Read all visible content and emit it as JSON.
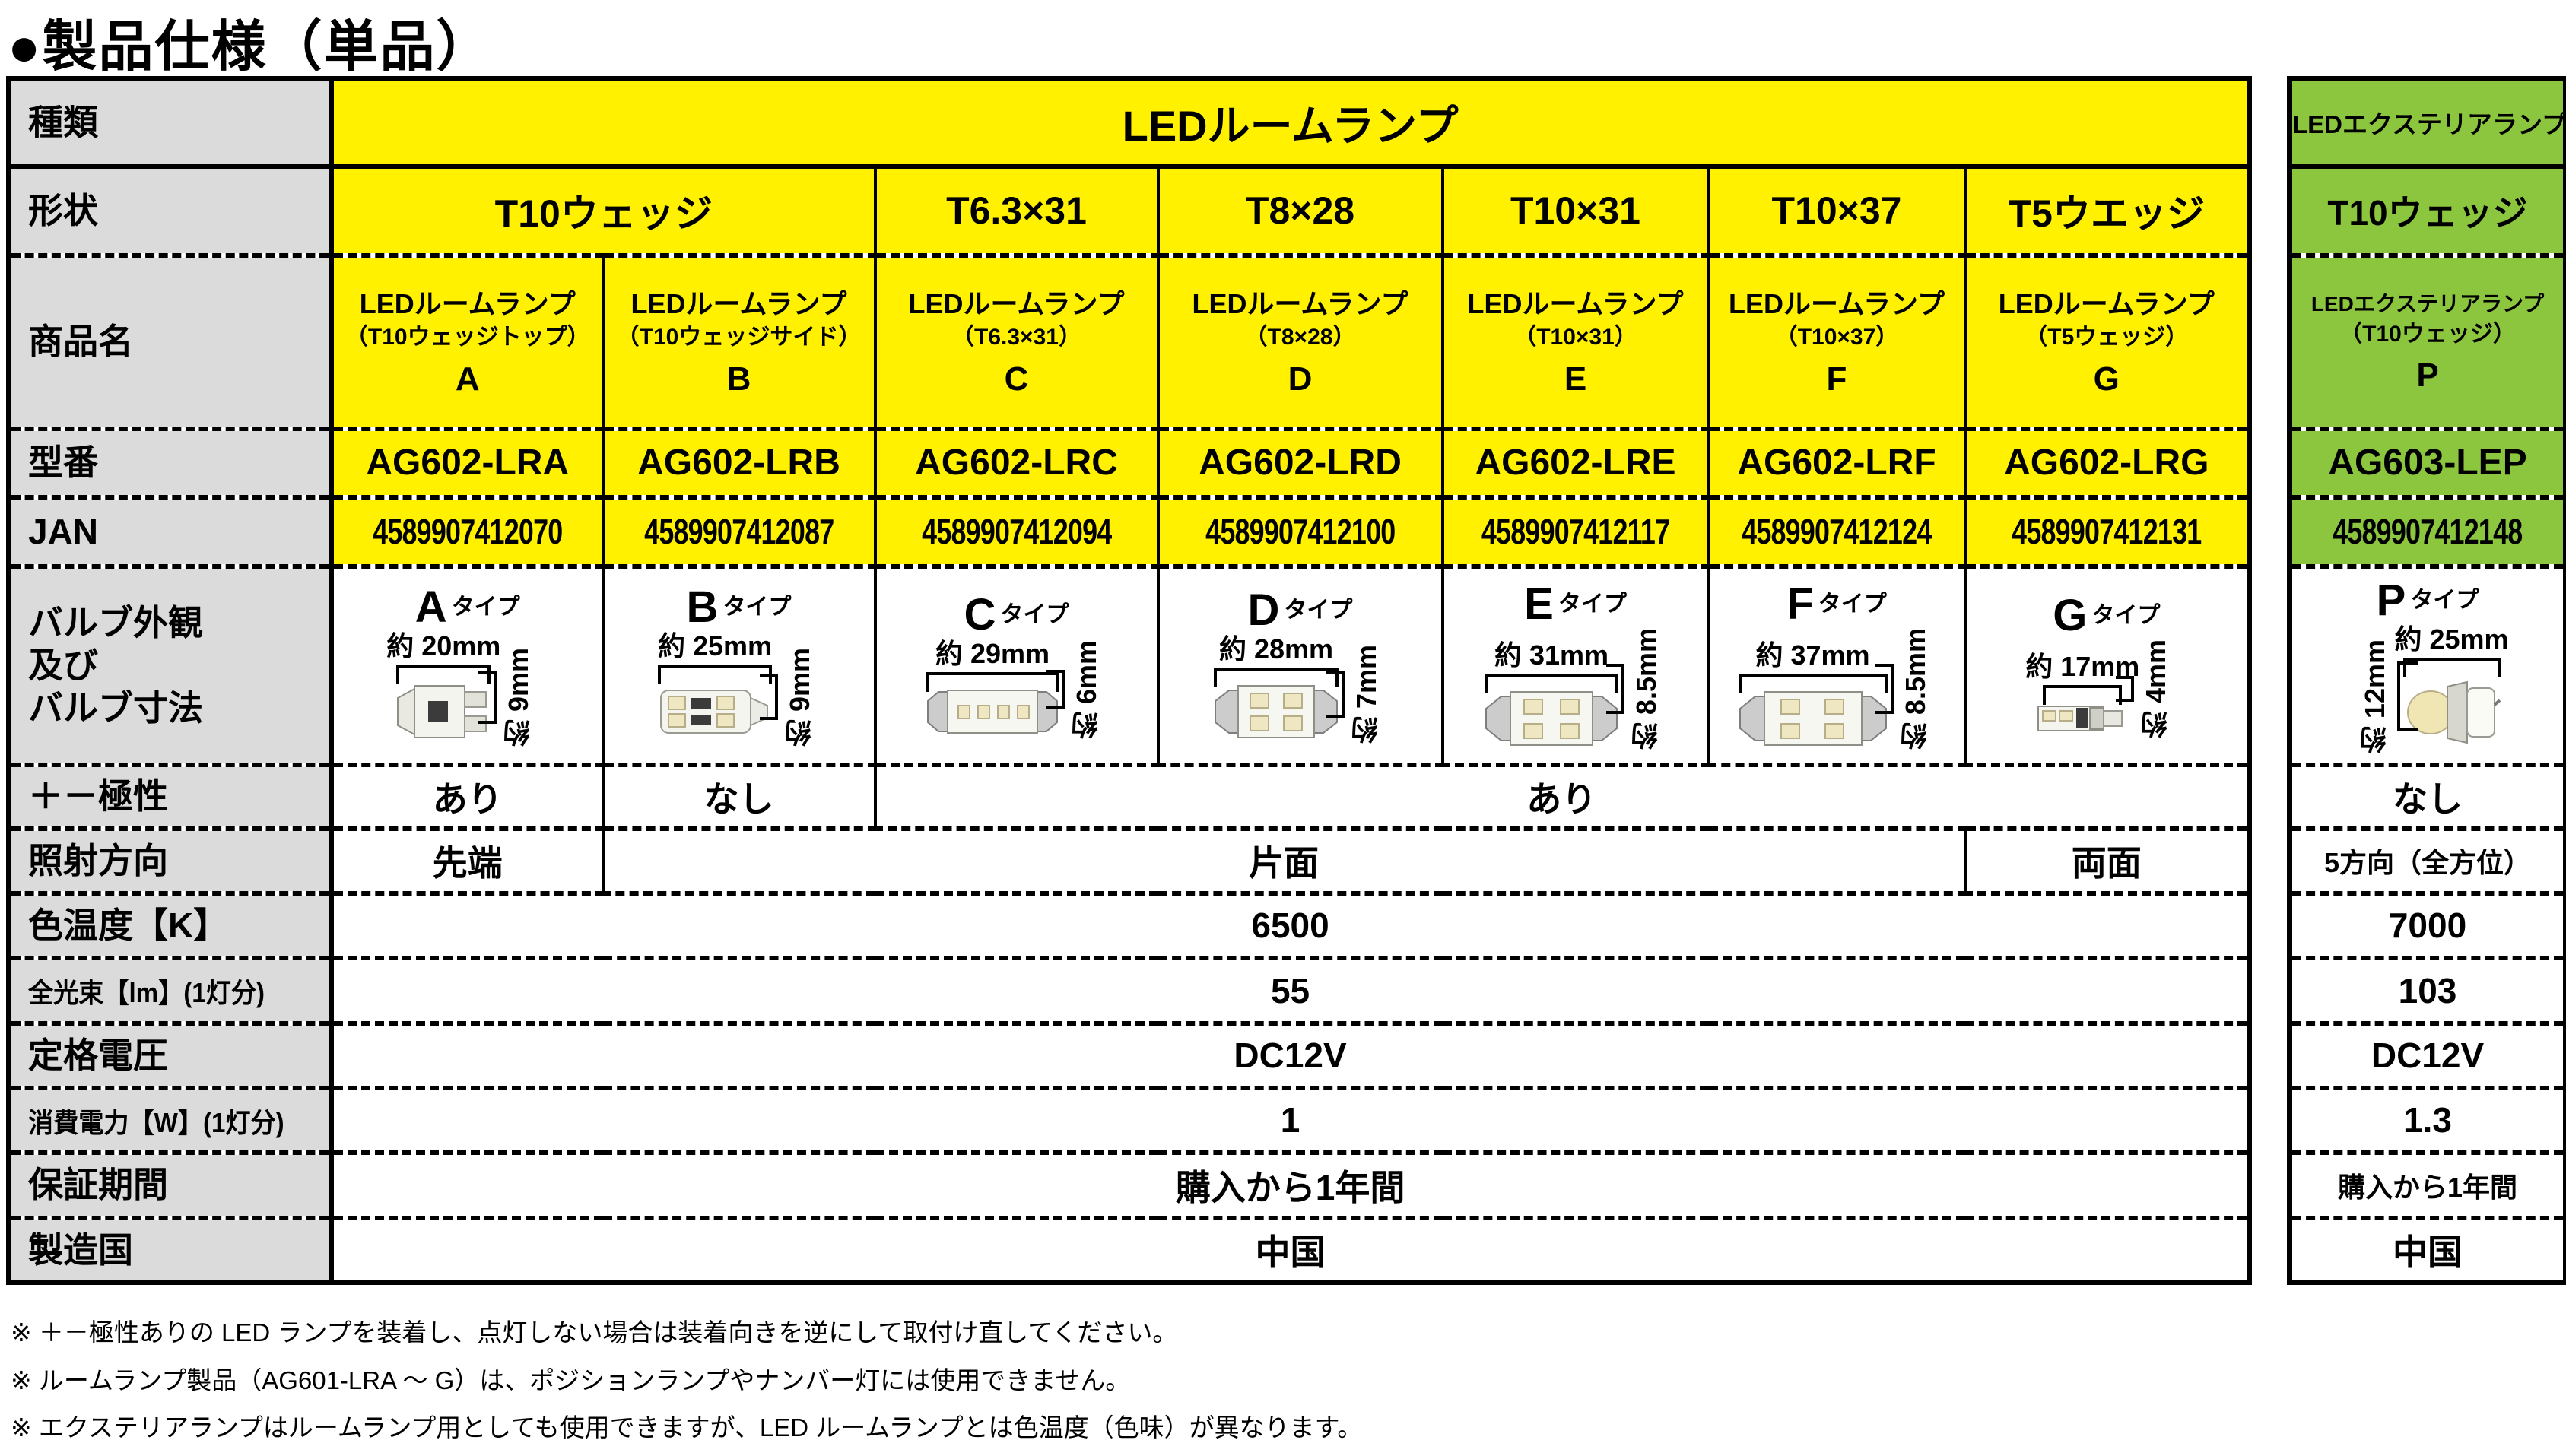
{
  "title": "●製品仕様（単品）",
  "colors": {
    "yellow": "#fff100",
    "green": "#8cc63f",
    "label_gray": "#dbdbdb"
  },
  "labels": {
    "kind": "種類",
    "shape": "形状",
    "name": "商品名",
    "model": "型番",
    "jan": "JAN",
    "bulb_l1": "バルブ外観",
    "bulb_l2": "及び",
    "bulb_l3": "バルブ寸法",
    "polarity": "＋－極性",
    "direction": "照射方向",
    "color_temp": "色温度【K】",
    "flux": "全光束【lm】(1灯分)",
    "voltage": "定格電圧",
    "power": "消費電力【W】(1灯分)",
    "warranty": "保証期間",
    "country": "製造国"
  },
  "room": {
    "kind": "LEDルームランプ",
    "shapes": [
      "T10ウェッジ",
      "T6.3×31",
      "T8×28",
      "T10×31",
      "T10×37",
      "T5ウエッジ"
    ],
    "products": [
      {
        "line1": "LEDルームランプ",
        "line2": "（T10ウェッジトップ）",
        "letter": "A",
        "model": "AG602-LRA",
        "jan": "4589907412070",
        "type": "A",
        "type_suffix": "タイプ",
        "w": "約 20mm",
        "h": "約 9mm"
      },
      {
        "line1": "LEDルームランプ",
        "line2": "（T10ウェッジサイド）",
        "letter": "B",
        "model": "AG602-LRB",
        "jan": "4589907412087",
        "type": "B",
        "type_suffix": "タイプ",
        "w": "約 25mm",
        "h": "約 9mm"
      },
      {
        "line1": "LEDルームランプ",
        "line2": "（T6.3×31）",
        "letter": "C",
        "model": "AG602-LRC",
        "jan": "4589907412094",
        "type": "C",
        "type_suffix": "タイプ",
        "w": "約 29mm",
        "h": "約 6mm"
      },
      {
        "line1": "LEDルームランプ",
        "line2": "（T8×28）",
        "letter": "D",
        "model": "AG602-LRD",
        "jan": "4589907412100",
        "type": "D",
        "type_suffix": "タイプ",
        "w": "約 28mm",
        "h": "約 7mm"
      },
      {
        "line1": "LEDルームランプ",
        "line2": "（T10×31）",
        "letter": "E",
        "model": "AG602-LRE",
        "jan": "4589907412117",
        "type": "E",
        "type_suffix": "タイプ",
        "w": "約 31mm",
        "h": "約 8.5mm"
      },
      {
        "line1": "LEDルームランプ",
        "line2": "（T10×37）",
        "letter": "F",
        "model": "AG602-LRF",
        "jan": "4589907412124",
        "type": "F",
        "type_suffix": "タイプ",
        "w": "約 37mm",
        "h": "約 8.5mm"
      },
      {
        "line1": "LEDルームランプ",
        "line2": "（T5ウェッジ）",
        "letter": "G",
        "model": "AG602-LRG",
        "jan": "4589907412131",
        "type": "G",
        "type_suffix": "タイプ",
        "w": "約 17mm",
        "h": "約 4mm"
      }
    ],
    "polarity": {
      "a": "あり",
      "b": "なし",
      "c_g": "あり"
    },
    "direction": {
      "a": "先端",
      "b_f": "片面",
      "g": "両面"
    },
    "color_temp": "6500",
    "flux": "55",
    "voltage": "DC12V",
    "power": "1",
    "warranty": "購入から1年間",
    "country": "中国"
  },
  "exterior": {
    "kind": "LEDエクステリアランプ",
    "shape": "T10ウェッジ",
    "product": {
      "line1": "LEDエクステリアランプ",
      "line2": "（T10ウェッジ）",
      "letter": "P",
      "model": "AG603-LEP",
      "jan": "4589907412148",
      "type": "P",
      "type_suffix": "タイプ",
      "w": "約 25mm",
      "h": "約 12mm"
    },
    "polarity": "なし",
    "direction": "5方向（全方位）",
    "color_temp": "7000",
    "flux": "103",
    "voltage": "DC12V",
    "power": "1.3",
    "warranty": "購入から1年間",
    "country": "中国"
  },
  "notes": [
    "※ ＋－極性ありの LED ランプを装着し、点灯しない場合は装着向きを逆にして取付け直してください。",
    "※ ルームランプ製品（AG601-LRA ～ G）は、ポジションランプやナンバー灯には使用できません。",
    "※ エクステリアランプはルームランプ用としても使用できますが、LED ルームランプとは色温度（色味）が異なります。"
  ]
}
